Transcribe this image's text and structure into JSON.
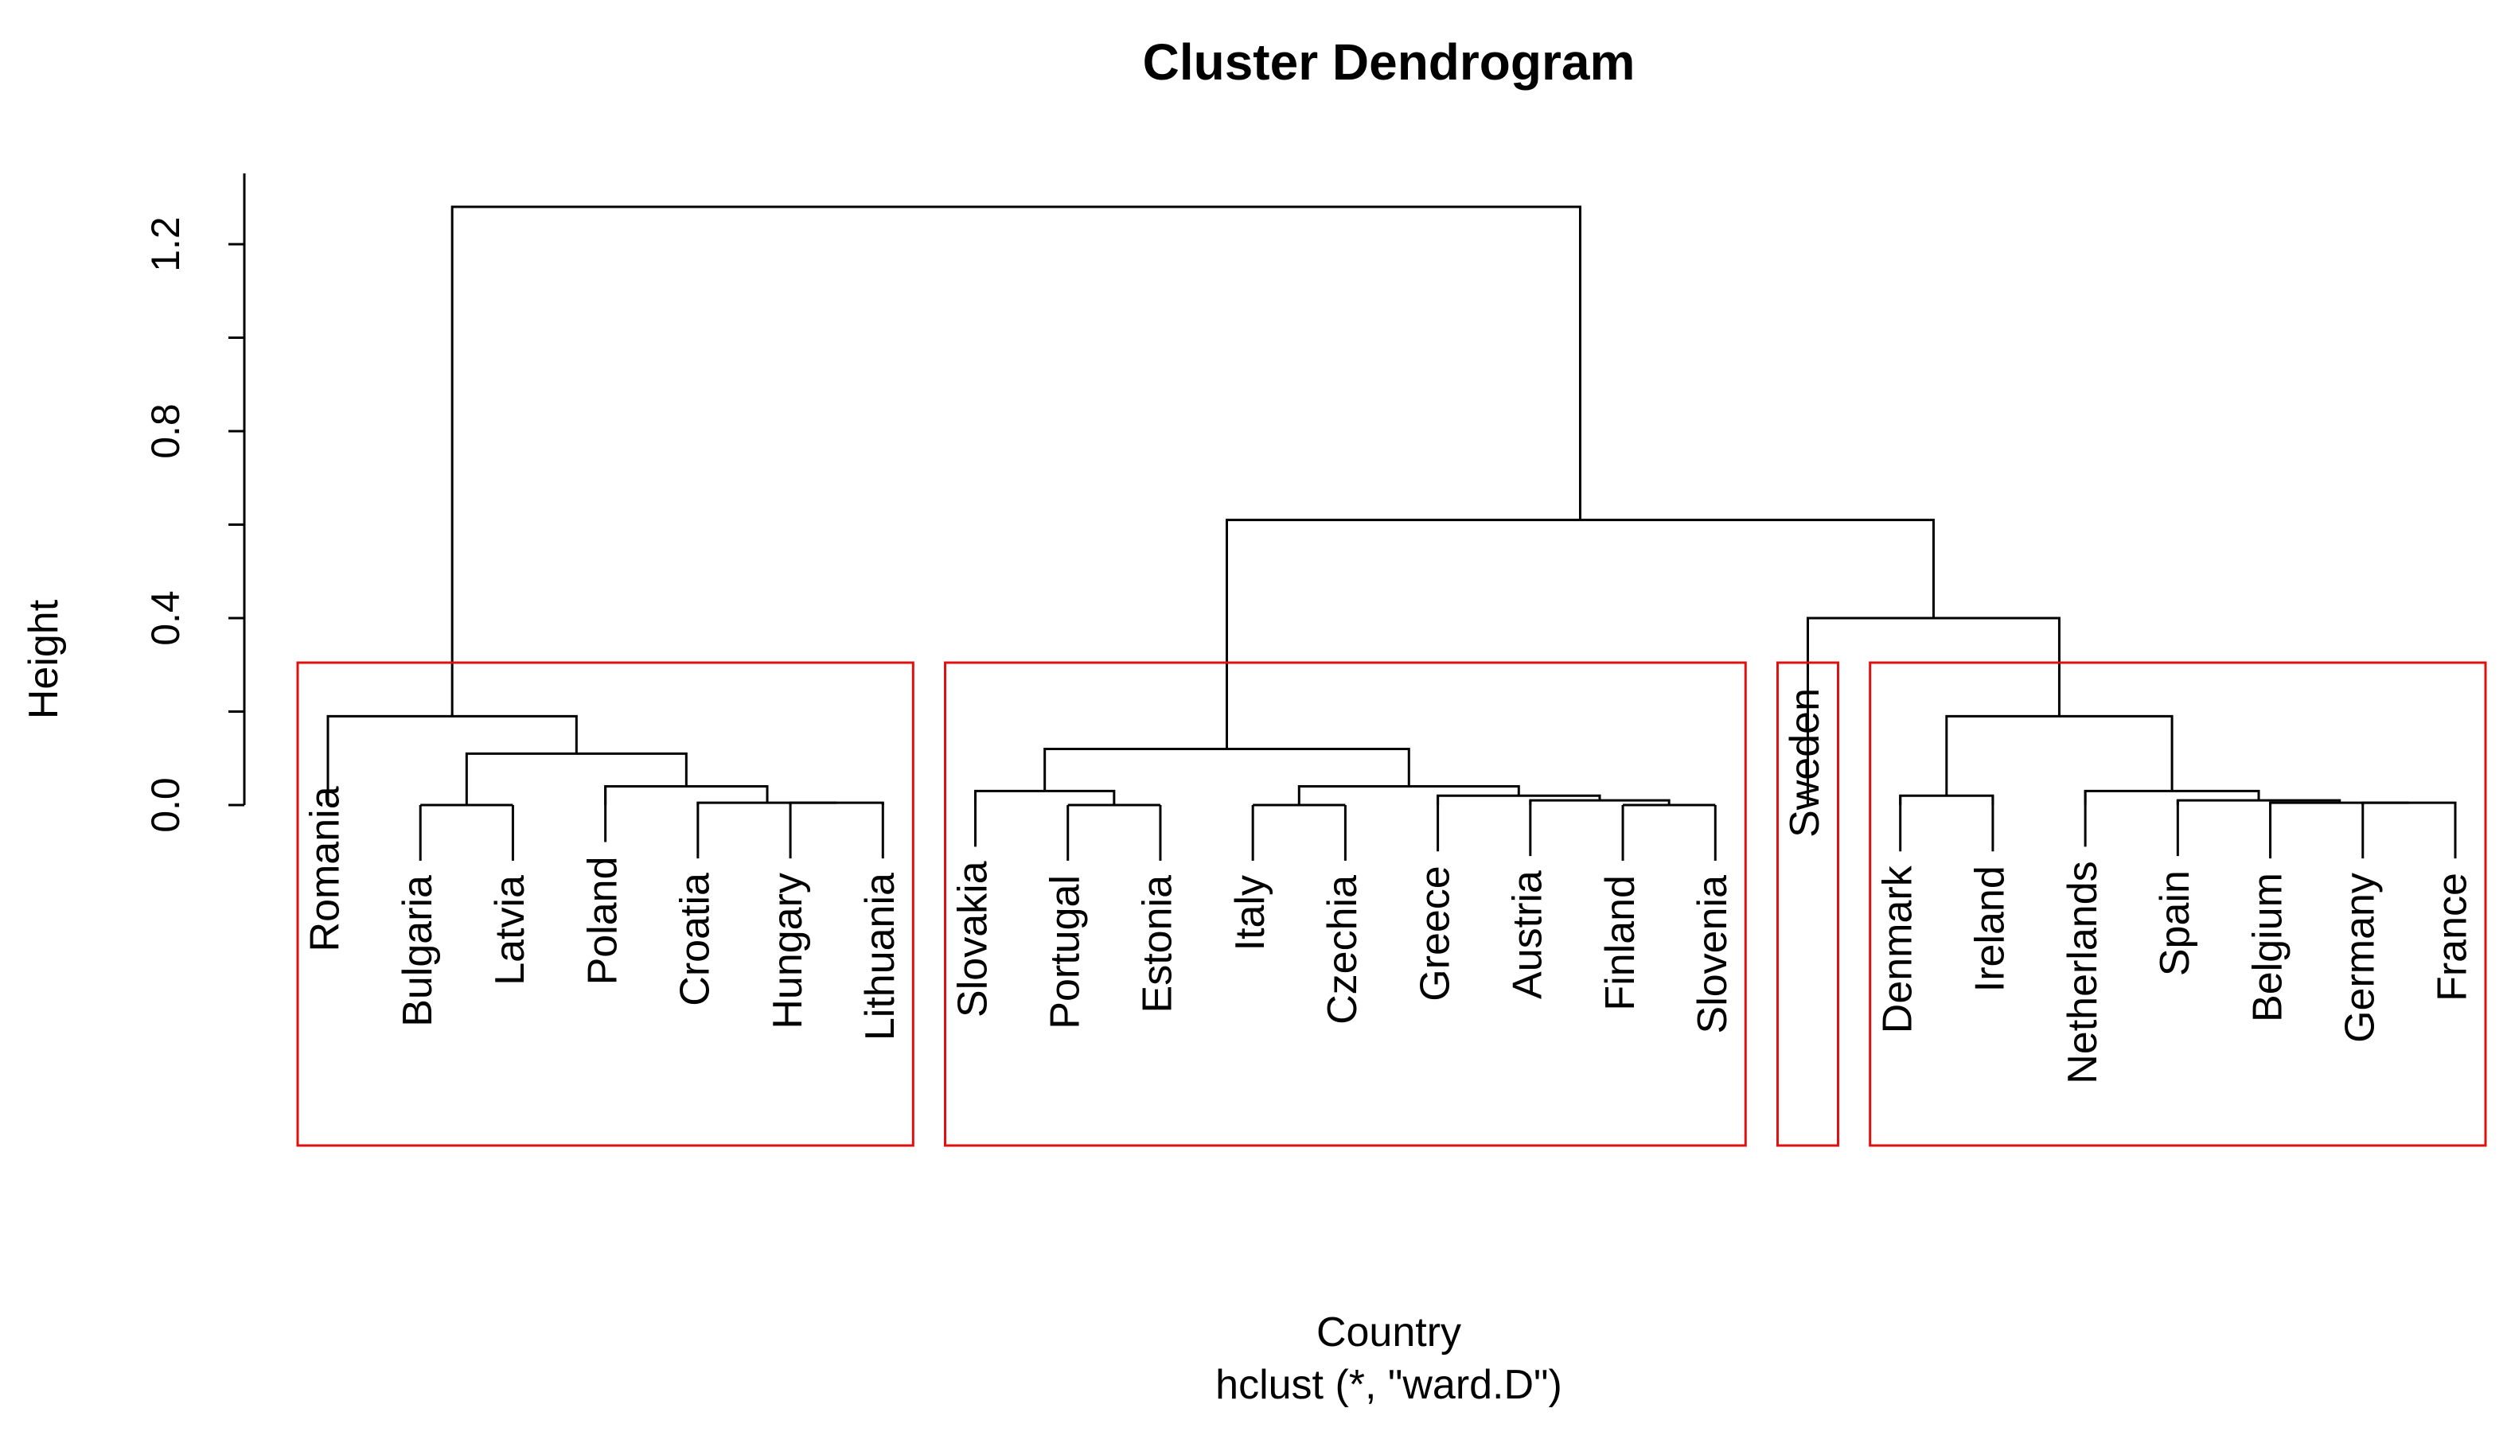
{
  "chart_data": {
    "type": "dendrogram",
    "title": "Cluster Dendrogram",
    "xlabel": "Country",
    "sublabel": "hclust (*, \"ward.D\")",
    "ylabel": "Height",
    "ylim": [
      0,
      1.3
    ],
    "yticks": [
      0.0,
      0.4,
      0.8,
      1.2
    ],
    "ytick_labels": [
      "0.0",
      "0.4",
      "0.8",
      "1.2"
    ],
    "leaves": [
      "Romania",
      "Bulgaria",
      "Latvia",
      "Poland",
      "Croatia",
      "Hungary",
      "Lithuania",
      "Slovakia",
      "Portugal",
      "Estonia",
      "Italy",
      "Czechia",
      "Greece",
      "Austria",
      "Finland",
      "Slovenia",
      "Sweden",
      "Denmark",
      "Ireland",
      "Netherlands",
      "Spain",
      "Belgium",
      "Germany",
      "France"
    ],
    "merges": [
      {
        "left": "Bulgaria",
        "right": "Latvia",
        "height": 0.0
      },
      {
        "left": "Hungary",
        "right": "Lithuania",
        "height": 0.005
      },
      {
        "left": "Croatia",
        "right": "m2",
        "height": 0.005
      },
      {
        "left": "Poland",
        "right": "m3",
        "height": 0.04
      },
      {
        "left": "m1",
        "right": "m4",
        "height": 0.11
      },
      {
        "left": "Romania",
        "right": "m5",
        "height": 0.19
      },
      {
        "left": "Portugal",
        "right": "Estonia",
        "height": 0.0
      },
      {
        "left": "Slovakia",
        "right": "m7",
        "height": 0.03
      },
      {
        "left": "Italy",
        "right": "Czechia",
        "height": 0.0
      },
      {
        "left": "Finland",
        "right": "Slovenia",
        "height": 0.0
      },
      {
        "left": "Austria",
        "right": "m10",
        "height": 0.01
      },
      {
        "left": "Greece",
        "right": "m11",
        "height": 0.02
      },
      {
        "left": "m9",
        "right": "m12",
        "height": 0.04
      },
      {
        "left": "m8",
        "right": "m13",
        "height": 0.12
      },
      {
        "left": "Denmark",
        "right": "Ireland",
        "height": 0.02
      },
      {
        "left": "Germany",
        "right": "France",
        "height": 0.005
      },
      {
        "left": "Belgium",
        "right": "m16",
        "height": 0.005
      },
      {
        "left": "Spain",
        "right": "m17",
        "height": 0.01
      },
      {
        "left": "Netherlands",
        "right": "m18",
        "height": 0.03
      },
      {
        "left": "m15",
        "right": "m19",
        "height": 0.19
      },
      {
        "left": "Sweden",
        "right": "m20",
        "height": 0.4
      },
      {
        "left": "m14",
        "right": "m21",
        "height": 0.61
      },
      {
        "left": "m6",
        "right": "m22",
        "height": 1.28
      }
    ],
    "clusters": [
      [
        "Romania",
        "Bulgaria",
        "Latvia",
        "Poland",
        "Croatia",
        "Hungary",
        "Lithuania"
      ],
      [
        "Slovakia",
        "Portugal",
        "Estonia",
        "Italy",
        "Czechia",
        "Greece",
        "Austria",
        "Finland",
        "Slovenia"
      ],
      [
        "Sweden"
      ],
      [
        "Denmark",
        "Ireland",
        "Netherlands",
        "Spain",
        "Belgium",
        "Germany",
        "France"
      ]
    ],
    "cluster_color": "#e01010",
    "line_color": "#000000"
  }
}
